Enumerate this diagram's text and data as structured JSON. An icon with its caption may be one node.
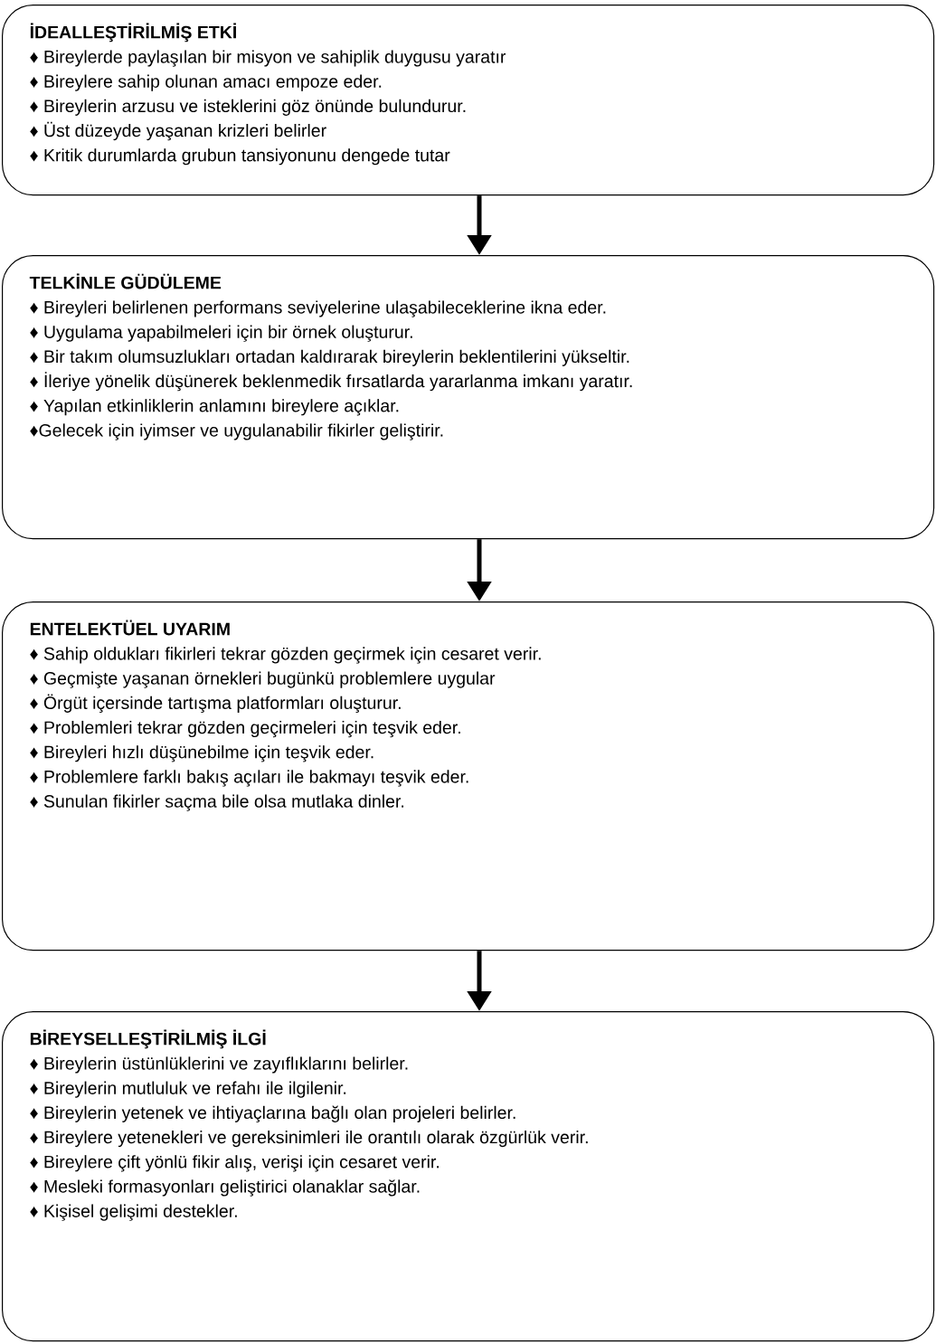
{
  "diagram": {
    "nodes": [
      {
        "text": [
          "İDEALLEŞTİRİLMİŞ ETKİ",
          "♦ Bireylerde paylaşılan bir misyon ve sahiplik duygusu yaratır",
          "♦ Bireylere sahip olunan amacı empoze eder.",
          "♦ Bireylerin arzusu ve isteklerini göz önünde bulundurur.",
          "♦ Üst düzeyde yaşanan krizleri belirler",
          "♦ Kritik durumlarda grubun tansiyonunu dengede tutar"
        ]
      },
      {
        "text": [
          "TELKİNLE GÜDÜLEME",
          "♦ Bireyleri belirlenen performans seviyelerine ulaşabileceklerine ikna eder.",
          "♦ Uygulama yapabilmeleri için bir örnek oluşturur.",
          "♦ Bir takım olumsuzlukları ortadan kaldırarak bireylerin beklentilerini yükseltir.",
          "♦ İleriye yönelik düşünerek beklenmedik fırsatlarda yararlanma imkanı yaratır.",
          "♦ Yapılan etkinliklerin anlamını bireylere açıklar.",
          "♦Gelecek için iyimser ve uygulanabilir fikirler geliştirir."
        ]
      },
      {
        "text": [
          "ENTELEKTÜEL UYARIM",
          "♦ Sahip oldukları fikirleri tekrar gözden geçirmek için cesaret verir.",
          "♦ Geçmişte yaşanan örnekleri bugünkü problemlere uygular",
          "♦ Örgüt içersinde tartışma platformları oluşturur.",
          "♦ Problemleri tekrar gözden geçirmeleri için teşvik eder.",
          "♦ Bireyleri hızlı düşünebilme için teşvik eder.",
          "♦ Problemlere farklı bakış açıları ile bakmayı teşvik eder.",
          "♦ Sunulan fikirler saçma bile olsa mutlaka dinler."
        ]
      },
      {
        "text": [
          "BİREYSELLEŞTİRİLMİŞ İLGİ",
          "♦ Bireylerin üstünlüklerini ve zayıflıklarını belirler.",
          "♦ Bireylerin mutluluk ve refahı ile ilgilenir.",
          "♦ Bireylerin yetenek ve ihtiyaçlarına bağlı olan projeleri belirler.",
          "♦ Bireylere yetenekleri ve gereksinimleri ile orantılı olarak özgürlük verir.",
          "♦ Bireylere çift yönlü fikir alış, verişi için cesaret verir.",
          "♦ Mesleki formasyonları geliştirici olanaklar sağlar.",
          "♦ Kişisel gelişimi destekler."
        ]
      }
    ],
    "edges": [
      {
        "from": 0,
        "to": 1,
        "arrow": "to"
      },
      {
        "from": 1,
        "to": 2,
        "arrow": "to"
      },
      {
        "from": 2,
        "to": 3,
        "arrow": "to"
      }
    ]
  }
}
